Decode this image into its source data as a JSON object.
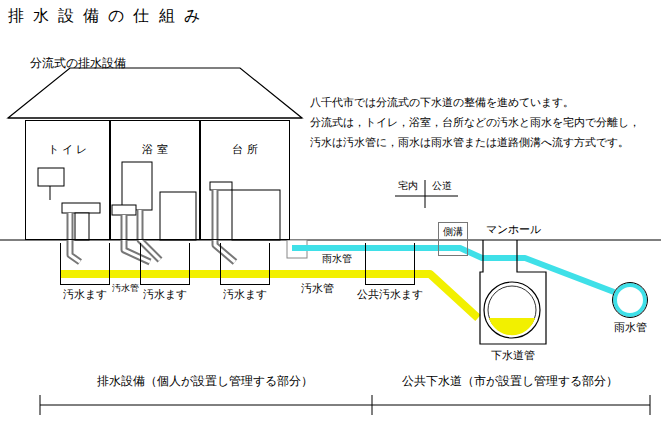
{
  "diagram": {
    "title": "排 水 設 備 の 仕 組 み",
    "nodes": [
      {
        "text": [
          "ト イ レ"
        ]
      },
      {
        "text": [
          "浴 室"
        ]
      },
      {
        "text": [
          "台 所"
        ]
      },
      {
        "text": [
          "汚水ます"
        ]
      },
      {
        "text": [
          "汚水ます"
        ]
      },
      {
        "text": [
          "汚水ます"
        ]
      },
      {
        "text": [
          "公共汚水ます"
        ]
      },
      {
        "text": [
          "側溝"
        ]
      },
      {
        "text": [
          "マンホール",
          "下水道管"
        ]
      },
      {
        "text": [
          "雨水管"
        ]
      }
    ],
    "edges": [
      {
        "from": 3,
        "to": 4,
        "arrow": "none",
        "label": "汚水管"
      },
      {
        "from": 4,
        "to": 5,
        "arrow": "none"
      },
      {
        "from": 5,
        "to": 6,
        "arrow": "none",
        "label": "汚水管"
      },
      {
        "from": 6,
        "to": 8,
        "arrow": "none"
      }
    ],
    "labels": [
      "分流式の排水設備",
      "八千代市では分流式の下水道の整備を進めています。",
      "分流式は，トイレ，浴室，台所などの汚水と雨水を宅内で分離し，",
      "汚水は汚水管に，雨水は雨水管または道路側溝へ流す方式です。",
      "宅内",
      "公道",
      "雨水管",
      "排水設備（個人が設置し管理する部分）",
      "公共下水道（市が設置し管理する部分）"
    ]
  }
}
